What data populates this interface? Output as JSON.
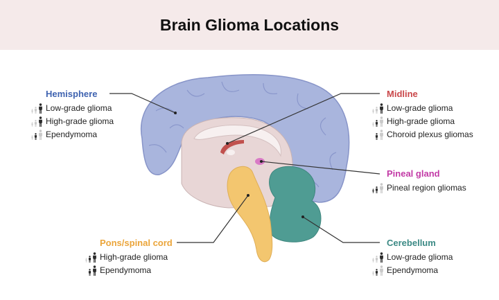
{
  "title": "Brain Glioma Locations",
  "colors": {
    "dark": "#2b2b2b",
    "light": "#c9c9c9",
    "cerebrum": "#a9b5dd",
    "cerebellum": "#4f9c93",
    "brainstem": "#f3c66f",
    "pineal": "#d97bc6",
    "midline": "#c0504d"
  },
  "icon_legend": [
    "infant-icon",
    "child-icon",
    "adult-icon"
  ],
  "groups": [
    {
      "id": "hemisphere",
      "label": "Hemisphere",
      "color": "#3f63b0",
      "items": [
        {
          "label": "Low-grade glioma",
          "icons": [
            "light",
            "light",
            "dark"
          ]
        },
        {
          "label": "High-grade glioma",
          "icons": [
            "light",
            "light",
            "dark"
          ]
        },
        {
          "label": "Ependymoma",
          "icons": [
            "light",
            "dark",
            "light"
          ]
        }
      ]
    },
    {
      "id": "midline",
      "label": "Midline",
      "color": "#c9474a",
      "items": [
        {
          "label": "Low-grade glioma",
          "icons": [
            "light",
            "light",
            "dark"
          ]
        },
        {
          "label": "High-grade glioma",
          "icons": [
            "light",
            "dark",
            "light"
          ]
        },
        {
          "label": "Choroid plexus gliomas",
          "icons": [
            "none",
            "dark",
            "light"
          ]
        }
      ]
    },
    {
      "id": "pineal",
      "label": "Pineal gland",
      "color": "#c23aa6",
      "items": [
        {
          "label": "Pineal region gliomas",
          "icons": [
            "dark",
            "dark",
            "light"
          ]
        }
      ]
    },
    {
      "id": "pons",
      "label": "Pons/spinal cord",
      "color": "#eba53a",
      "items": [
        {
          "label": "High-grade glioma",
          "icons": [
            "light",
            "dark",
            "dark"
          ]
        },
        {
          "label": "Ependymoma",
          "icons": [
            "none",
            "dark",
            "dark"
          ]
        }
      ]
    },
    {
      "id": "cerebellum",
      "label": "Cerebellum",
      "color": "#3c8a85",
      "items": [
        {
          "label": "Low-grade glioma",
          "icons": [
            "light",
            "light",
            "dark"
          ]
        },
        {
          "label": "Ependymoma",
          "icons": [
            "light",
            "dark",
            "light"
          ]
        }
      ]
    }
  ]
}
